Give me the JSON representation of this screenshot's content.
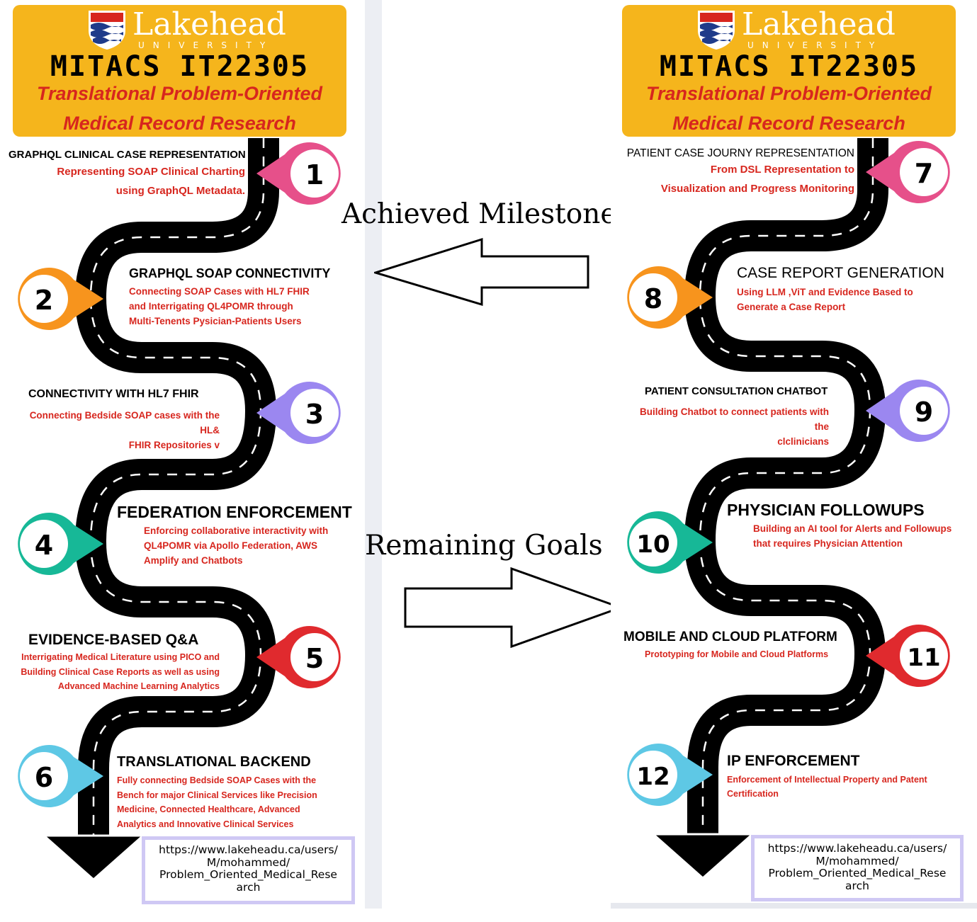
{
  "header": {
    "logo_name": "Lakehead",
    "logo_sub": "UNIVERSITY",
    "program": "MITACS IT22305",
    "subtitle_line1": "Translational Problem-Oriented",
    "subtitle_line2": "Medical Record Research"
  },
  "center": {
    "achieved": "Achieved Milestones",
    "remaining": "Remaining Goals"
  },
  "milestones": [
    {
      "number": "1",
      "title": "GRAPHQL CLINICAL CASE REPRESENTATION",
      "description": "Representing SOAP Clinical Charting\nusing GraphQL Metadata.",
      "color": "#e6508a"
    },
    {
      "number": "2",
      "title": "GRAPHQL SOAP CONNECTIVITY",
      "description": "Connecting SOAP Cases with HL7 FHIR\nand Interrigating QL4POMR through\nMulti-Tenents  Pysician-Patients Users",
      "color": "#f7941d"
    },
    {
      "number": "3",
      "title": "CONNECTIVITY WITH HL7 FHIR",
      "description": "Connecting Bedside SOAP cases with the HL&\nFHIR Repositories v",
      "color": "#9b87f0"
    },
    {
      "number": "4",
      "title": "FEDERATION ENFORCEMENT",
      "description": "Enforcing collaborative interactivity with\nQL4POMR via Apollo Federation, AWS\nAmplify and Chatbots",
      "color": "#17b897"
    },
    {
      "number": "5",
      "title": "EVIDENCE-BASED Q&A",
      "description": "Interrigating Medical Literature using PICO and\nBuilding Clinical Case Reports as well as using\nAdvanced Machine Learning Analytics",
      "color": "#e02a2e"
    },
    {
      "number": "6",
      "title": "TRANSLATIONAL BACKEND",
      "description": "Fully connecting Bedside SOAP Cases with the\nBench for major Clinical Services like Precision\nMedicine,  Connected Healthcare, Advanced\nAnalytics and Innovative Clinical Services",
      "color": "#5ec8e5"
    },
    {
      "number": "7",
      "title": "PATIENT CASE  JOURNY REPRESENTATION",
      "description": "From DSL Representation to\nVisualization and Progress Monitoring",
      "color": "#e6508a"
    },
    {
      "number": "8",
      "title": "CASE REPORT GENERATION",
      "description": "Using LLM ,ViT and Evidence Based to\nGenerate a Case Report",
      "color": "#f7941d"
    },
    {
      "number": "9",
      "title": "PATIENT CONSULTATION CHATBOT",
      "description": "Building Chatbot to connect patients with the\nclclinicians",
      "color": "#9b87f0"
    },
    {
      "number": "10",
      "title": "PHYSICIAN FOLLOWUPS",
      "description": "Building an AI tool for Alerts and Followups\nthat requires Physician Attention",
      "color": "#17b897"
    },
    {
      "number": "11",
      "title": "MOBILE AND CLOUD PLATFORM",
      "description": "Prototyping for Mobile and Cloud Platforms",
      "color": "#e02a2e"
    },
    {
      "number": "12",
      "title": "IP ENFORCEMENT",
      "description": "Enforcement of Intellectual Property and Patent\nCertification",
      "color": "#5ec8e5"
    }
  ],
  "url": "https://www.lakeheadu.ca/users/\nM/mohammed/\nProblem_Oriented_Medical_Rese\narch"
}
